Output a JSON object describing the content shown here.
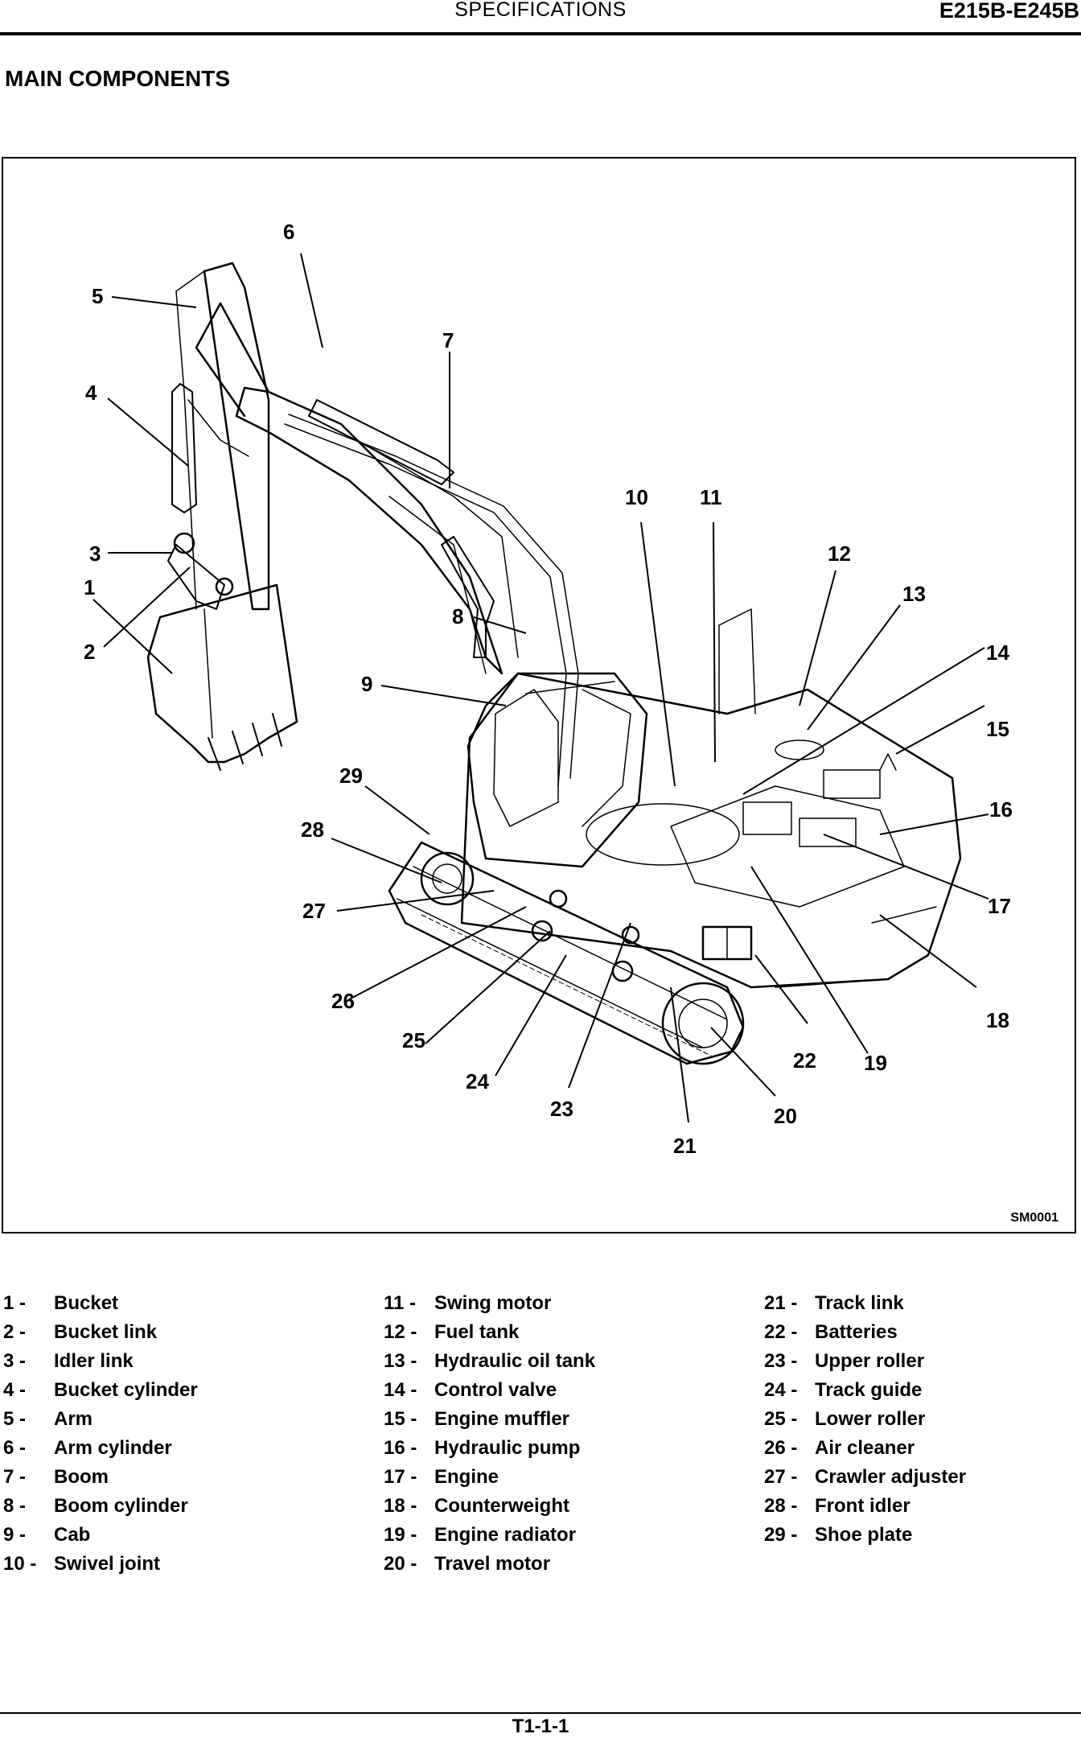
{
  "header": {
    "section": "SPECIFICATIONS",
    "model": "E215B-E245B"
  },
  "title": "MAIN COMPONENTS",
  "figure": {
    "code": "SM0001",
    "callouts": [
      "1",
      "2",
      "3",
      "4",
      "5",
      "6",
      "7",
      "8",
      "9",
      "10",
      "11",
      "12",
      "13",
      "14",
      "15",
      "16",
      "17",
      "18",
      "19",
      "20",
      "21",
      "22",
      "23",
      "24",
      "25",
      "26",
      "27",
      "28",
      "29"
    ]
  },
  "legend": {
    "col1": [
      {
        "num": "1 -",
        "label": "Bucket"
      },
      {
        "num": "2 -",
        "label": "Bucket link"
      },
      {
        "num": "3 -",
        "label": "Idler link"
      },
      {
        "num": "4 -",
        "label": "Bucket cylinder"
      },
      {
        "num": "5 -",
        "label": "Arm"
      },
      {
        "num": "6 -",
        "label": "Arm cylinder"
      },
      {
        "num": "7 -",
        "label": "Boom"
      },
      {
        "num": "8 -",
        "label": "Boom cylinder"
      },
      {
        "num": "9 -",
        "label": "Cab"
      },
      {
        "num": "10 -",
        "label": "Swivel joint"
      }
    ],
    "col2": [
      {
        "num": "11 -",
        "label": "Swing motor"
      },
      {
        "num": "12 -",
        "label": "Fuel tank"
      },
      {
        "num": "13 -",
        "label": "Hydraulic oil tank"
      },
      {
        "num": "14 -",
        "label": "Control valve"
      },
      {
        "num": "15 -",
        "label": "Engine muffler"
      },
      {
        "num": "16 -",
        "label": "Hydraulic pump"
      },
      {
        "num": "17 -",
        "label": "Engine"
      },
      {
        "num": "18 -",
        "label": "Counterweight"
      },
      {
        "num": "19 -",
        "label": "Engine radiator"
      },
      {
        "num": "20 -",
        "label": "Travel motor"
      }
    ],
    "col3": [
      {
        "num": "21 -",
        "label": "Track link"
      },
      {
        "num": "22 -",
        "label": "Batteries"
      },
      {
        "num": "23 -",
        "label": "Upper roller"
      },
      {
        "num": "24 -",
        "label": "Track guide"
      },
      {
        "num": "25 -",
        "label": "Lower roller"
      },
      {
        "num": "26 -",
        "label": "Air cleaner"
      },
      {
        "num": "27 -",
        "label": "Crawler adjuster"
      },
      {
        "num": "28 -",
        "label": "Front idler"
      },
      {
        "num": "29 -",
        "label": "Shoe plate"
      }
    ]
  },
  "footer": {
    "page": "T1-1-1"
  }
}
